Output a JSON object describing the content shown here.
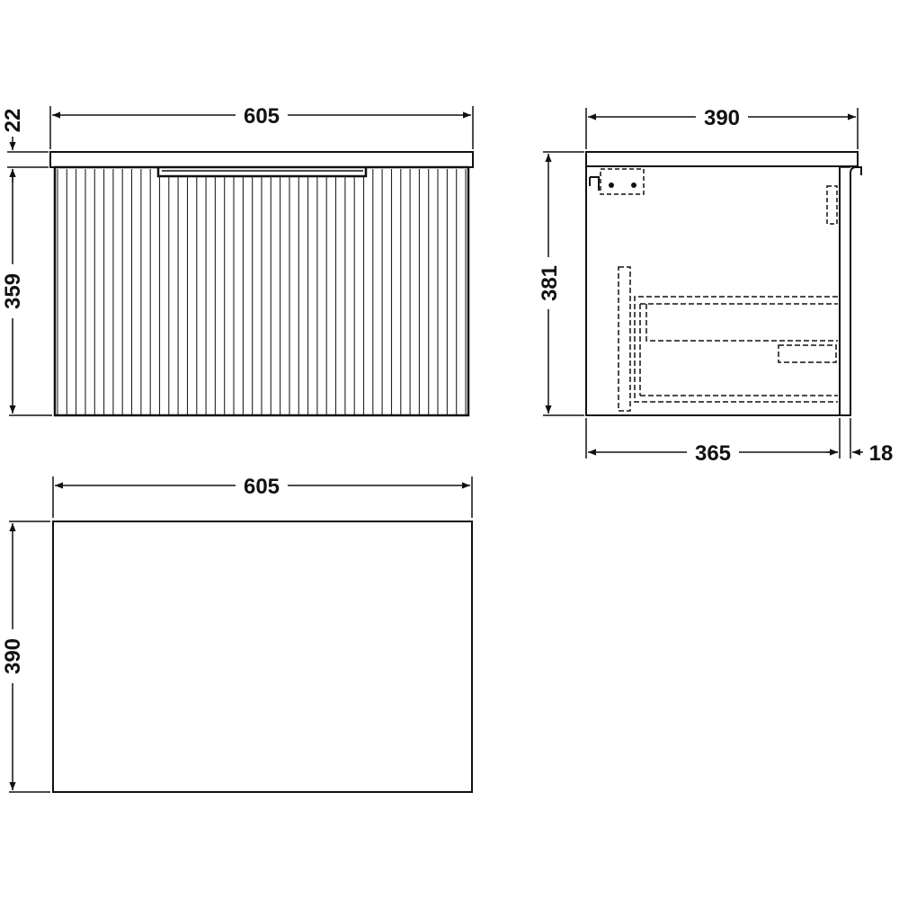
{
  "diagram": {
    "views": {
      "front": {
        "dimensions": {
          "width": "605",
          "top_thickness": "22",
          "body_height": "359"
        },
        "flute_count": 44
      },
      "side": {
        "dimensions": {
          "depth": "390",
          "height": "381",
          "carcass_depth": "365",
          "door_thickness": "18"
        }
      },
      "plan": {
        "dimensions": {
          "width": "605",
          "depth": "390"
        }
      }
    },
    "colors": {
      "line": "#111111",
      "background": "#ffffff"
    }
  }
}
